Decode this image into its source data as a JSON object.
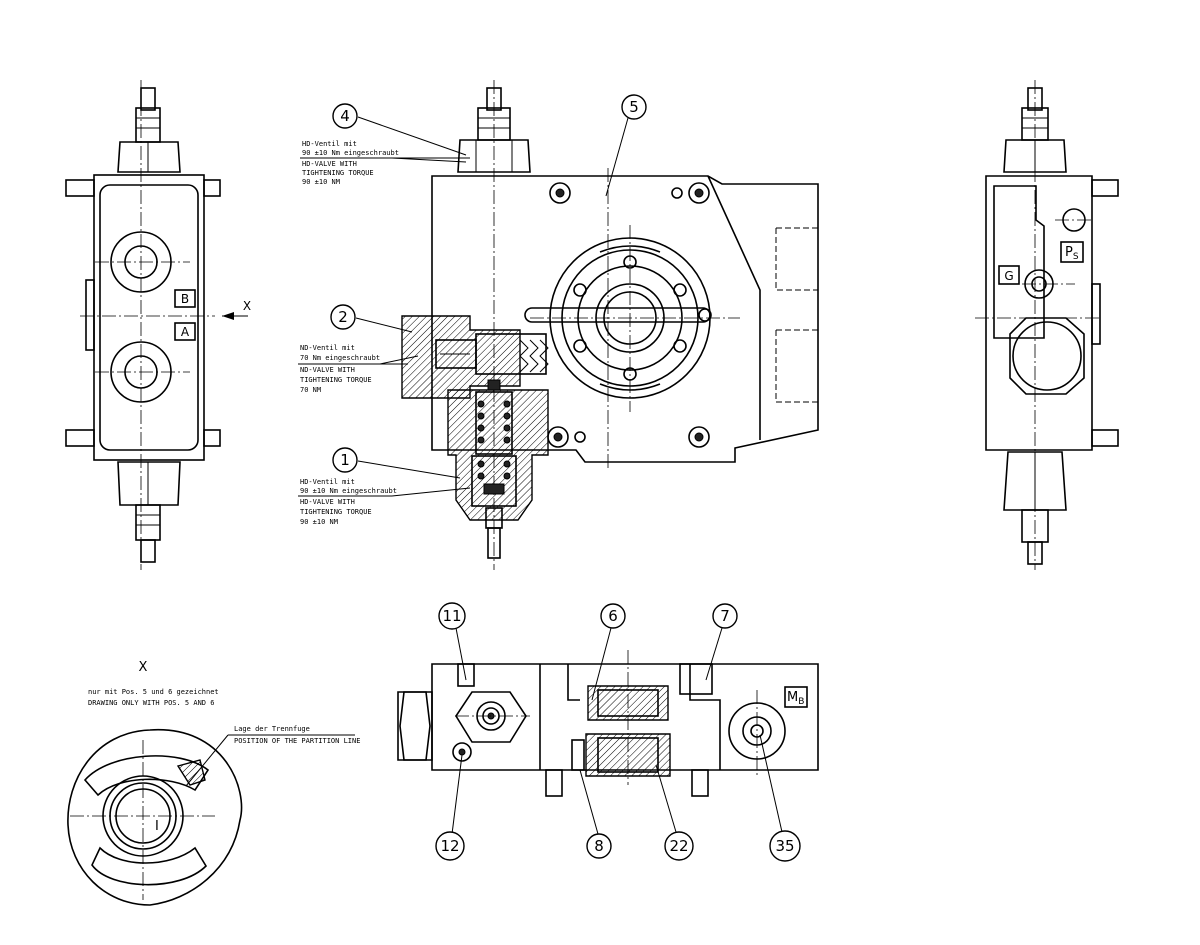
{
  "notes": {
    "pos4": [
      "HD-Ventil mit",
      "90 ±10 Nm eingeschraubt",
      "HD-VALVE WITH",
      "TIGHTENING TORQUE",
      "90 ±10 NM"
    ],
    "pos2": [
      "ND-Ventil mit",
      "70 Nm eingeschraubt",
      "ND-VALVE WITH",
      "TIGHTENING TORQUE",
      "70 NM"
    ],
    "pos1": [
      "HD-Ventil mit",
      "90 ±10 Nm eingeschraubt",
      "HD-VALVE WITH",
      "TIGHTENING TORQUE",
      "90 ±10 NM"
    ],
    "viewx": [
      "nur mit Pos. 5 und 6 gezeichnet",
      "DRAWING ONLY WITH POS. 5 AND 6"
    ],
    "partition": [
      "Lage der Trennfuge",
      "POSITION OF THE PARTITION LINE"
    ]
  },
  "callouts": {
    "c1": "1",
    "c2": "2",
    "c4": "4",
    "c5": "5",
    "c6": "6",
    "c7": "7",
    "c8": "8",
    "c11": "11",
    "c12": "12",
    "c22": "22",
    "c35": "35"
  },
  "port_labels": {
    "B": "B",
    "A": "A",
    "G": "G",
    "PS_main": "P",
    "PS_sub": "S",
    "MB_main": "M",
    "MB_sub": "B"
  },
  "view_labels": {
    "x_arrow": "X",
    "x_title": "X",
    "section_i": "I"
  }
}
